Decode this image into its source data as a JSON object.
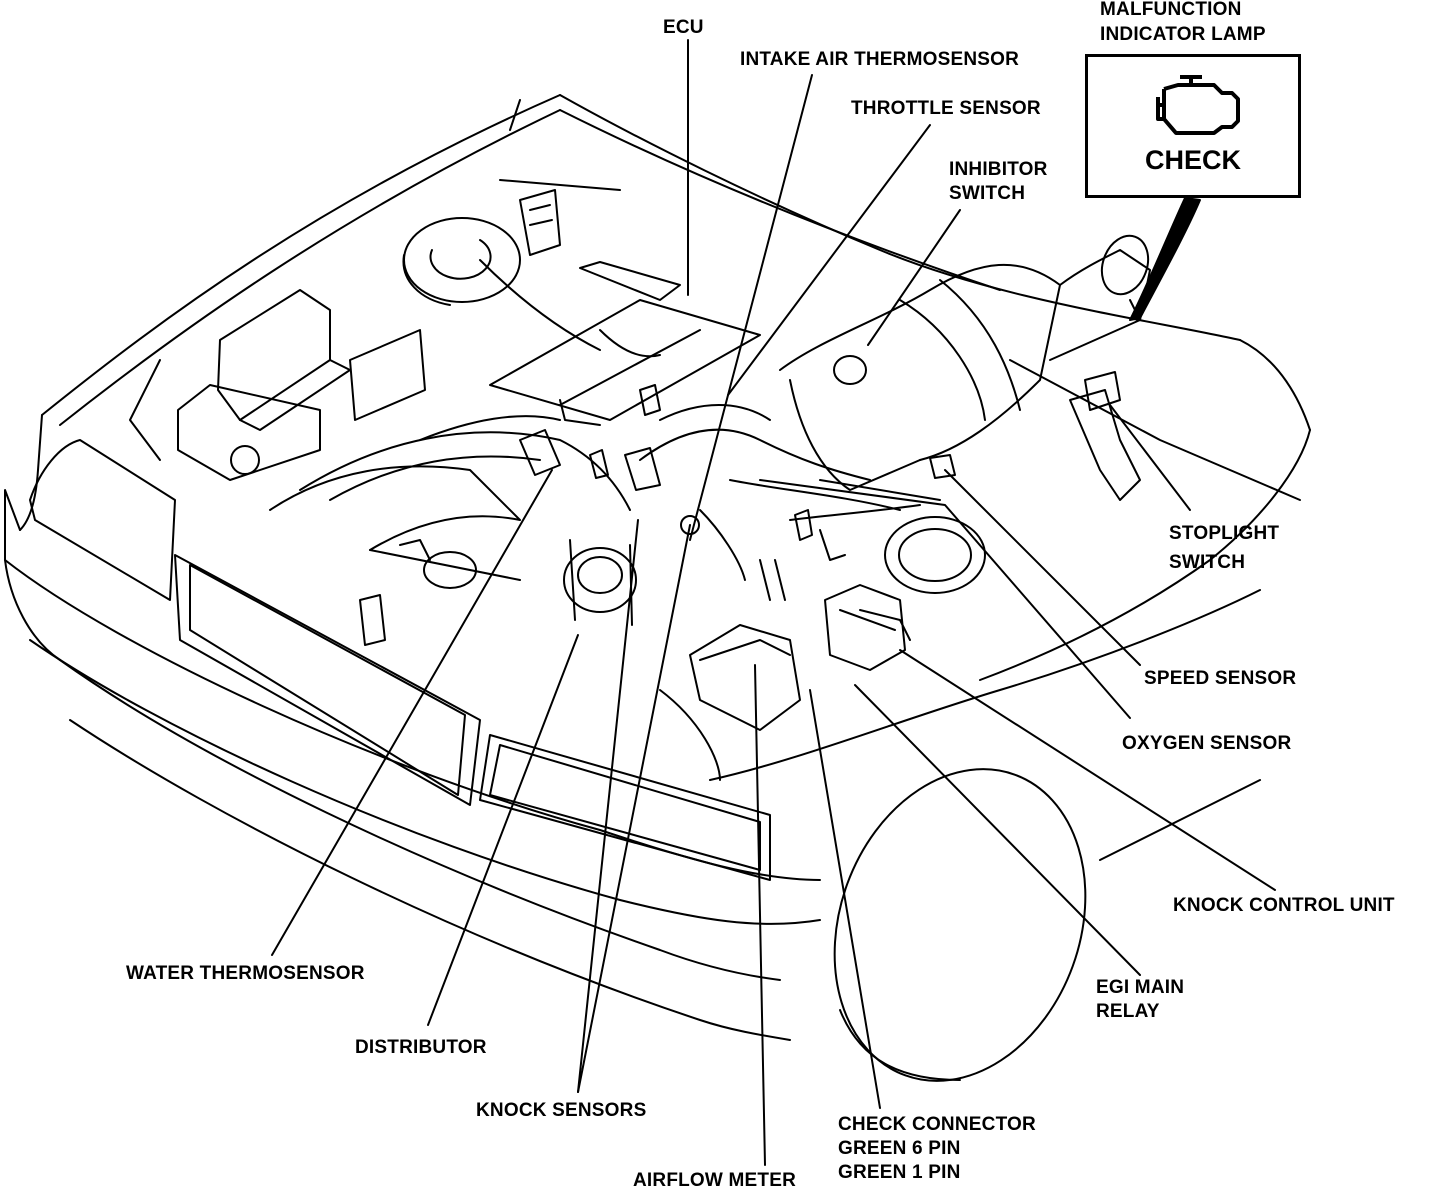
{
  "labels": {
    "ecu": "ECU",
    "intake_air": "INTAKE AIR THERMOSENSOR",
    "throttle": "THROTTLE SENSOR",
    "mil_line1": "MALFUNCTION",
    "mil_line2": "INDICATOR LAMP",
    "inhibitor_line1": "INHIBITOR",
    "inhibitor_line2": "SWITCH",
    "stoplight_line1": "STOPLIGHT",
    "stoplight_line2": "SWITCH",
    "speed": "SPEED SENSOR",
    "oxygen": "OXYGEN SENSOR",
    "knock_control": "KNOCK CONTROL UNIT",
    "egi_line1": "EGI MAIN",
    "egi_line2": "RELAY",
    "check_line1": "CHECK CONNECTOR",
    "check_line2": "GREEN 6 PIN",
    "check_line3": "GREEN 1 PIN",
    "airflow": "AIRFLOW METER",
    "knock_sensors": "KNOCK SENSORS",
    "distributor": "DISTRIBUTOR",
    "water": "WATER THERMOSENSOR"
  },
  "mil_panel": {
    "text": "CHECK",
    "icon": "engine-icon"
  },
  "colors": {
    "ink": "#000000",
    "paper": "#ffffff"
  }
}
